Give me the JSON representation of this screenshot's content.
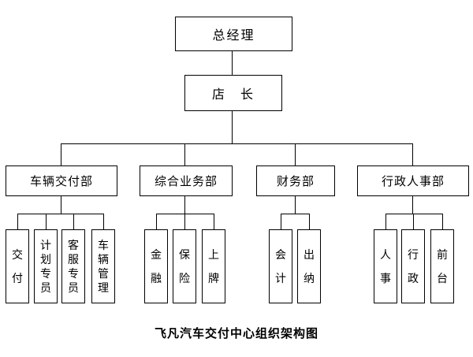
{
  "page": {
    "background": "#ffffff",
    "line_color": "#000000",
    "box_border_color": "#000000",
    "text_color": "#000000"
  },
  "caption": "飞凡汽车交付中心组织架构图",
  "org": {
    "root": {
      "label": "总经理"
    },
    "manager": {
      "label": "店　长"
    },
    "departments": [
      {
        "label": "车辆交付部",
        "children": [
          {
            "label": "交付"
          },
          {
            "label": "计划专员"
          },
          {
            "label": "客服专员"
          },
          {
            "label": "车辆管理"
          }
        ]
      },
      {
        "label": "综合业务部",
        "children": [
          {
            "label": "金融"
          },
          {
            "label": "保险"
          },
          {
            "label": "上牌"
          }
        ]
      },
      {
        "label": "财务部",
        "children": [
          {
            "label": "会计"
          },
          {
            "label": "出纳"
          }
        ]
      },
      {
        "label": "行政人事部",
        "children": [
          {
            "label": "人事"
          },
          {
            "label": "行政"
          },
          {
            "label": "前台"
          }
        ]
      }
    ]
  }
}
